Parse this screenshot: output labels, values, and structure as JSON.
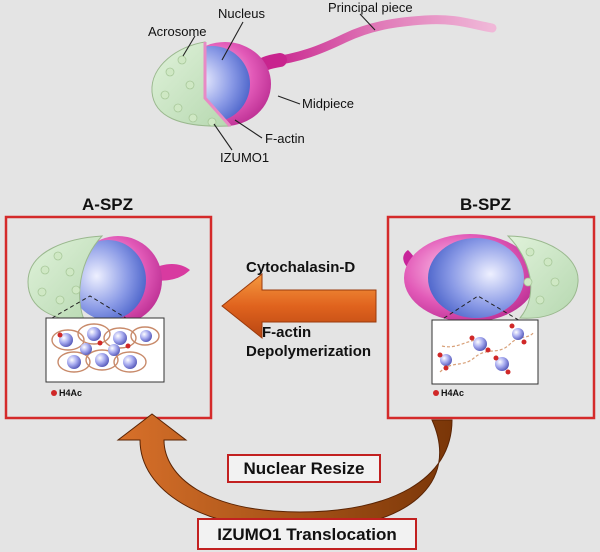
{
  "sperm_labels": {
    "nucleus": "Nucleus",
    "acrosome": "Acrosome",
    "principal_piece": "Principal piece",
    "midpiece": "Midpiece",
    "f_actin": "F-actin",
    "izumo1": "IZUMO1"
  },
  "panels": {
    "a_spz": {
      "title": "A-SPZ",
      "legend": "H4Ac"
    },
    "b_spz": {
      "title": "B-SPZ",
      "legend": "H4Ac"
    }
  },
  "arrow_labels": {
    "treatment": "Cytochalasin-D",
    "effect_line1": "F-actin",
    "effect_line2": "Depolymerization"
  },
  "bottom_boxes": {
    "nuclear_resize": "Nuclear Resize",
    "izumo1_translocation": "IZUMO1 Translocation"
  },
  "colors": {
    "panel_border": "#d42a2a",
    "arrow_orange": "#e0631e",
    "arrow_brown": "#8a4010",
    "acrosome_green": "#c8e6c0",
    "nucleus_blue": "#4a64c8",
    "midpiece_magenta": "#c8249a"
  }
}
